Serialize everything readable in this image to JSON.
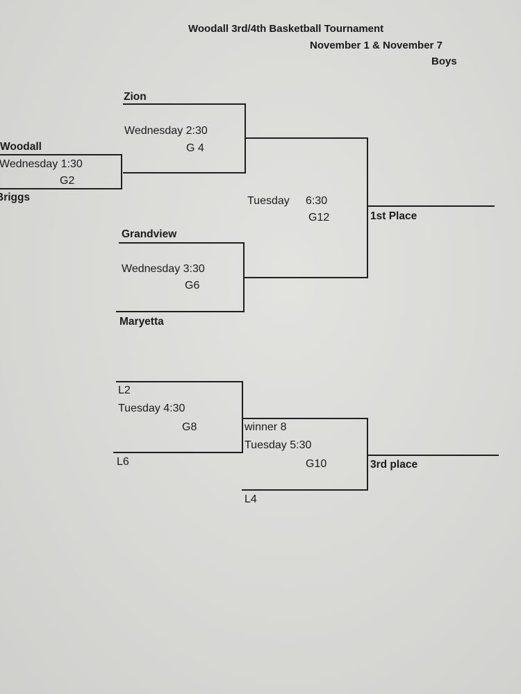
{
  "header": {
    "title": "Woodall 3rd/4th Basketball Tournament",
    "dates": "November 1 & November 7",
    "division": "Boys"
  },
  "teams": {
    "zion": "Zion",
    "woodall": "Woodall",
    "briggs": "Briggs",
    "grandview": "Grandview",
    "maryetta": "Maryetta"
  },
  "games": {
    "g2": {
      "time": "Wednesday 1:30",
      "label": "G2"
    },
    "g4": {
      "time": "Wednesday  2:30",
      "label": "G 4"
    },
    "g6": {
      "time": "Wednesday  3:30",
      "label": "G6"
    },
    "g12": {
      "day": "Tuesday",
      "clock": "6:30",
      "label": "G12"
    },
    "g8": {
      "time": "Tuesday  4:30",
      "label": "G8"
    },
    "g10": {
      "time": "Tuesday  5:30",
      "label": "G10"
    }
  },
  "slots": {
    "l2": "L2",
    "l6": "L6",
    "l4": "L4",
    "winner8": "winner 8"
  },
  "results": {
    "first": "1st Place",
    "third": "3rd place"
  }
}
